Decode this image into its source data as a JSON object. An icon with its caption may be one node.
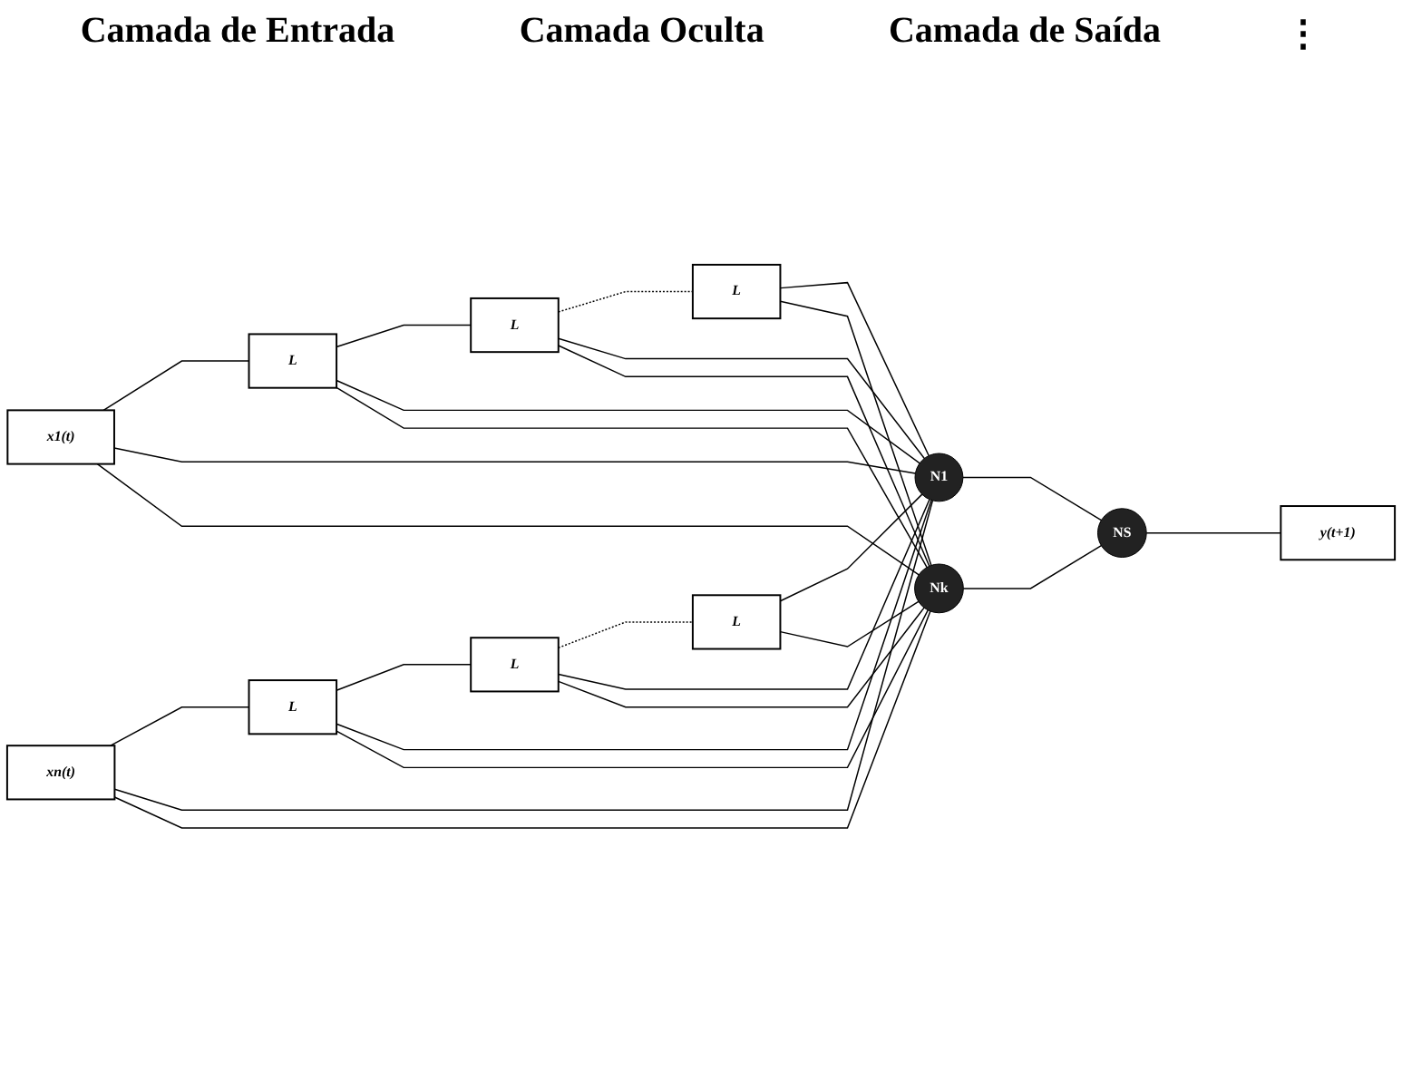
{
  "diagram": {
    "nodes": [
      {
        "text": [
          "x1(t)"
        ]
      },
      {
        "text": [
          "L"
        ]
      },
      {
        "text": [
          "L"
        ]
      },
      {
        "text": [
          "L"
        ]
      },
      {
        "text": [
          "xn(t)"
        ]
      },
      {
        "text": [
          "L"
        ]
      },
      {
        "text": [
          "L"
        ]
      },
      {
        "text": [
          "L"
        ]
      },
      {
        "text": [
          "N1"
        ]
      },
      {
        "text": [
          "Nk"
        ]
      },
      {
        "text": [
          "NS"
        ]
      },
      {
        "text": [
          "y(t+1)"
        ]
      }
    ],
    "edges": [
      {
        "from": 0,
        "to": 1,
        "arrow": "none"
      },
      {
        "from": 0,
        "to": 8,
        "arrow": "none"
      },
      {
        "from": 0,
        "to": 9,
        "arrow": "none"
      },
      {
        "from": 1,
        "to": 2,
        "arrow": "none"
      },
      {
        "from": 1,
        "to": 8,
        "arrow": "none"
      },
      {
        "from": 1,
        "to": 9,
        "arrow": "none"
      },
      {
        "from": 2,
        "to": 3,
        "arrow": "none",
        "style": "dashed"
      },
      {
        "from": 2,
        "to": 8,
        "arrow": "none"
      },
      {
        "from": 2,
        "to": 9,
        "arrow": "none"
      },
      {
        "from": 3,
        "to": 8,
        "arrow": "none"
      },
      {
        "from": 3,
        "to": 9,
        "arrow": "none"
      },
      {
        "from": 4,
        "to": 5,
        "arrow": "none"
      },
      {
        "from": 4,
        "to": 8,
        "arrow": "none"
      },
      {
        "from": 4,
        "to": 9,
        "arrow": "none"
      },
      {
        "from": 5,
        "to": 6,
        "arrow": "none"
      },
      {
        "from": 5,
        "to": 8,
        "arrow": "none"
      },
      {
        "from": 5,
        "to": 9,
        "arrow": "none"
      },
      {
        "from": 6,
        "to": 7,
        "arrow": "none",
        "style": "dashed"
      },
      {
        "from": 6,
        "to": 8,
        "arrow": "none"
      },
      {
        "from": 6,
        "to": 9,
        "arrow": "none"
      },
      {
        "from": 7,
        "to": 8,
        "arrow": "none"
      },
      {
        "from": 7,
        "to": 9,
        "arrow": "none"
      },
      {
        "from": 8,
        "to": 10,
        "arrow": "none"
      },
      {
        "from": 9,
        "to": 10,
        "arrow": "none"
      },
      {
        "from": 10,
        "to": 11,
        "arrow": "none"
      }
    ],
    "labels": [
      "Camada de Entrada",
      "Camada Oculta",
      "Camada de Saída",
      "⋮"
    ]
  }
}
